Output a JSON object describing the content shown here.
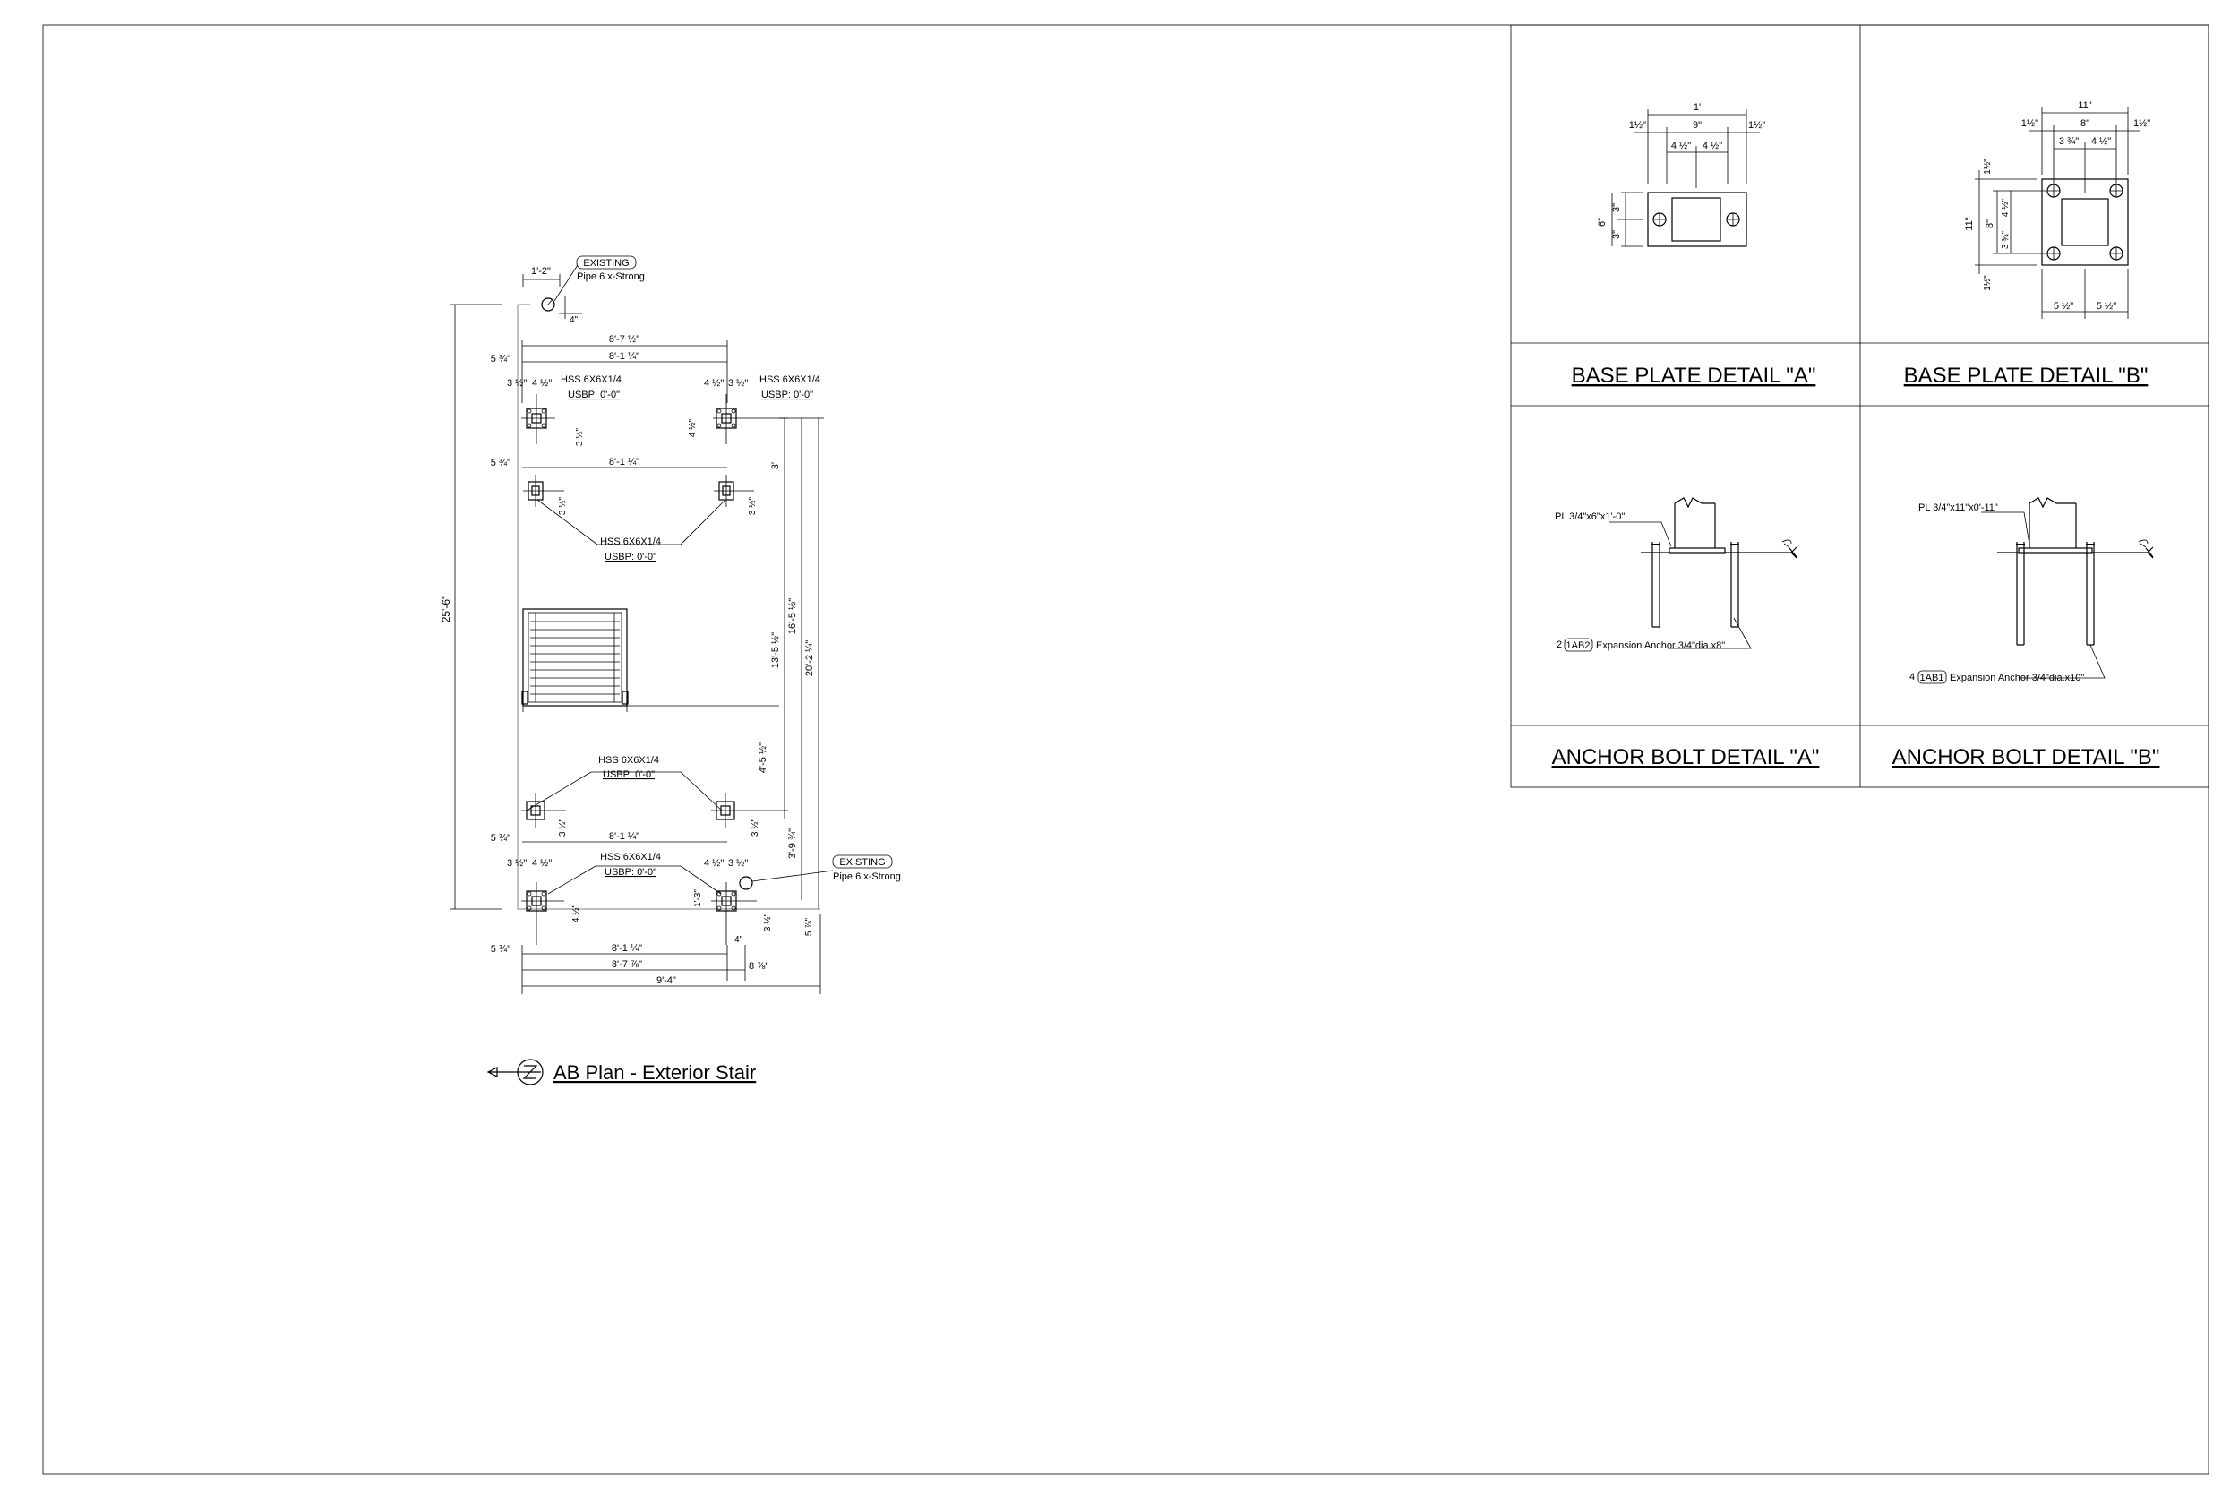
{
  "plan": {
    "title": "AB Plan - Exterior Stair",
    "existing_tag": "EXISTING",
    "existing_pipe": "Pipe 6 x-Strong",
    "hss_label": "HSS 6X6X1/4",
    "usbp_label": "USBP: 0'-0\"",
    "dims": {
      "top_1_2": "1'-2\"",
      "top_4": "4\"",
      "w_8_7_half": "8'-7 ½\"",
      "w_8_1_quarter": "8'-1 ¼\"",
      "edge_5_3q": "5 ¾\"",
      "col_3_half": "3 ½\"",
      "col_4_half": "4 ½\"",
      "len_25_6": "25'-6\"",
      "len_20_2": "20'-2 ¼\"",
      "len_16_5": "16'-5 ½\"",
      "len_13_5": "13'-5 ½\"",
      "len_4_5": "4'-5 ½\"",
      "len_3_9": "3'-9 ¾\"",
      "len_3": "3'",
      "len_1_3": "1'-3\"",
      "bot_8_1": "8'-1 ¼\"",
      "bot_8_7": "8'-7 ⅞\"",
      "bot_8_7_8": "8 ⅞\"",
      "bot_9_4": "9'-4\"",
      "bot_4": "4\"",
      "bot_5_7_8": "5 ⅞\""
    }
  },
  "details": {
    "base_a": {
      "title": "BASE PLATE DETAIL \"A\"",
      "d_total": "1'",
      "d_1_half": "1½\"",
      "d_9": "9\"",
      "d_4_half": "4 ½\"",
      "d_6": "6\"",
      "d_3": "3\""
    },
    "base_b": {
      "title": "BASE PLATE DETAIL \"B\"",
      "d_total": "11\"",
      "d_1_half": "1½\"",
      "d_8": "8\"",
      "d_3_3q": "3 ¾\"",
      "d_4_half": "4 ½\"",
      "d_11": "11\"",
      "d_5_half": "5 ½\""
    },
    "anchor_a": {
      "title": "ANCHOR BOLT DETAIL \"A\"",
      "plate": "PL 3/4\"x6\"x1'-0\"",
      "count": "2",
      "tag": "1AB2",
      "note": "Expansion Anchor 3/4\"dia.x8\""
    },
    "anchor_b": {
      "title": "ANCHOR BOLT DETAIL \"B\"",
      "plate": "PL 3/4\"x11\"x0'-11\"",
      "count": "4",
      "tag": "1AB1",
      "note": "Expansion Anchor 3/4\"dia.x10\""
    }
  },
  "colors": {
    "line": "#000000",
    "background": "#ffffff",
    "ghost": "#999999"
  }
}
